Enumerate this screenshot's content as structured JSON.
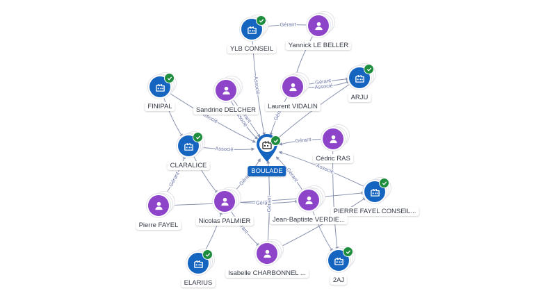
{
  "colors": {
    "company": "#1565c0",
    "person": "#8e44c9",
    "verified": "#1e8e3e",
    "edge": "#8a93b0",
    "edge_label": "#6b75a8"
  },
  "nodes": [
    {
      "id": "boulade",
      "label": "BOULADE",
      "kind": "company",
      "center": true,
      "verified": true
    },
    {
      "id": "ylb",
      "label": "YLB CONSEIL",
      "kind": "company",
      "verified": true
    },
    {
      "id": "yannick",
      "label": "Yannick LE BELLER",
      "kind": "person"
    },
    {
      "id": "finipal",
      "label": "FINIPAL",
      "kind": "company",
      "verified": true
    },
    {
      "id": "sandrine",
      "label": "Sandrine DELCHER",
      "kind": "person"
    },
    {
      "id": "laurent",
      "label": "Laurent VIDALIN",
      "kind": "person"
    },
    {
      "id": "arju",
      "label": "ARJU",
      "kind": "company",
      "verified": true
    },
    {
      "id": "claralice",
      "label": "CLARALICE",
      "kind": "company",
      "verified": true
    },
    {
      "id": "cedric",
      "label": "Cédric RAS",
      "kind": "person"
    },
    {
      "id": "pierrefayelconseil",
      "label": "PIERRE FAYEL CONSEIL...",
      "kind": "company",
      "verified": true
    },
    {
      "id": "pierrefayel",
      "label": "Pierre FAYEL",
      "kind": "person"
    },
    {
      "id": "nicolas",
      "label": "Nicolas PALMIER",
      "kind": "person"
    },
    {
      "id": "jeanbaptiste",
      "label": "Jean-Baptiste VERDIE...",
      "kind": "person"
    },
    {
      "id": "elarius",
      "label": "ELARIUS",
      "kind": "company",
      "verified": true
    },
    {
      "id": "isabelle",
      "label": "Isabelle CHARBONNEL ...",
      "kind": "person"
    },
    {
      "id": "2aj",
      "label": "2AJ",
      "kind": "company",
      "verified": true
    }
  ],
  "edges": [
    {
      "from": "yannick",
      "to": "ylb",
      "label": "Gérant"
    },
    {
      "from": "ylb",
      "to": "boulade",
      "label": "Associé"
    },
    {
      "from": "yannick",
      "to": "laurent",
      "label": ""
    },
    {
      "from": "laurent",
      "to": "arju",
      "label": "Gérant"
    },
    {
      "from": "laurent",
      "to": "arju",
      "label": "Associé"
    },
    {
      "from": "laurent",
      "to": "boulade",
      "label": "Gérant"
    },
    {
      "from": "arju",
      "to": "boulade",
      "label": ""
    },
    {
      "from": "finipal",
      "to": "claralice",
      "label": ""
    },
    {
      "from": "finipal",
      "to": "boulade",
      "label": "Associé"
    },
    {
      "from": "sandrine",
      "to": "boulade",
      "label": "Gérant"
    },
    {
      "from": "sandrine",
      "to": "boulade",
      "label": "Associé"
    },
    {
      "from": "claralice",
      "to": "boulade",
      "label": "Associé"
    },
    {
      "from": "cedric",
      "to": "boulade",
      "label": "Gérant"
    },
    {
      "from": "cedric",
      "to": "2aj",
      "label": ""
    },
    {
      "from": "pierrefayelconseil",
      "to": "boulade",
      "label": "Associé"
    },
    {
      "from": "pierrefayel",
      "to": "claralice",
      "label": "Gérant"
    },
    {
      "from": "pierrefayel",
      "to": "pierrefayelconseil",
      "label": ""
    },
    {
      "from": "claralice",
      "to": "nicolas",
      "label": ""
    },
    {
      "from": "nicolas",
      "to": "boulade",
      "label": "Gérant"
    },
    {
      "from": "nicolas",
      "to": "jeanbaptiste",
      "label": "Gérant"
    },
    {
      "from": "jeanbaptiste",
      "to": "boulade",
      "label": "Gérant"
    },
    {
      "from": "jeanbaptiste",
      "to": "2aj",
      "label": ""
    },
    {
      "from": "isabelle",
      "to": "boulade",
      "label": "Gérant"
    },
    {
      "from": "isabelle",
      "to": "pierrefayelconseil",
      "label": ""
    },
    {
      "from": "elarius",
      "to": "nicolas",
      "label": ""
    },
    {
      "from": "nicolas",
      "to": "isabelle",
      "label": "Gérant"
    }
  ]
}
